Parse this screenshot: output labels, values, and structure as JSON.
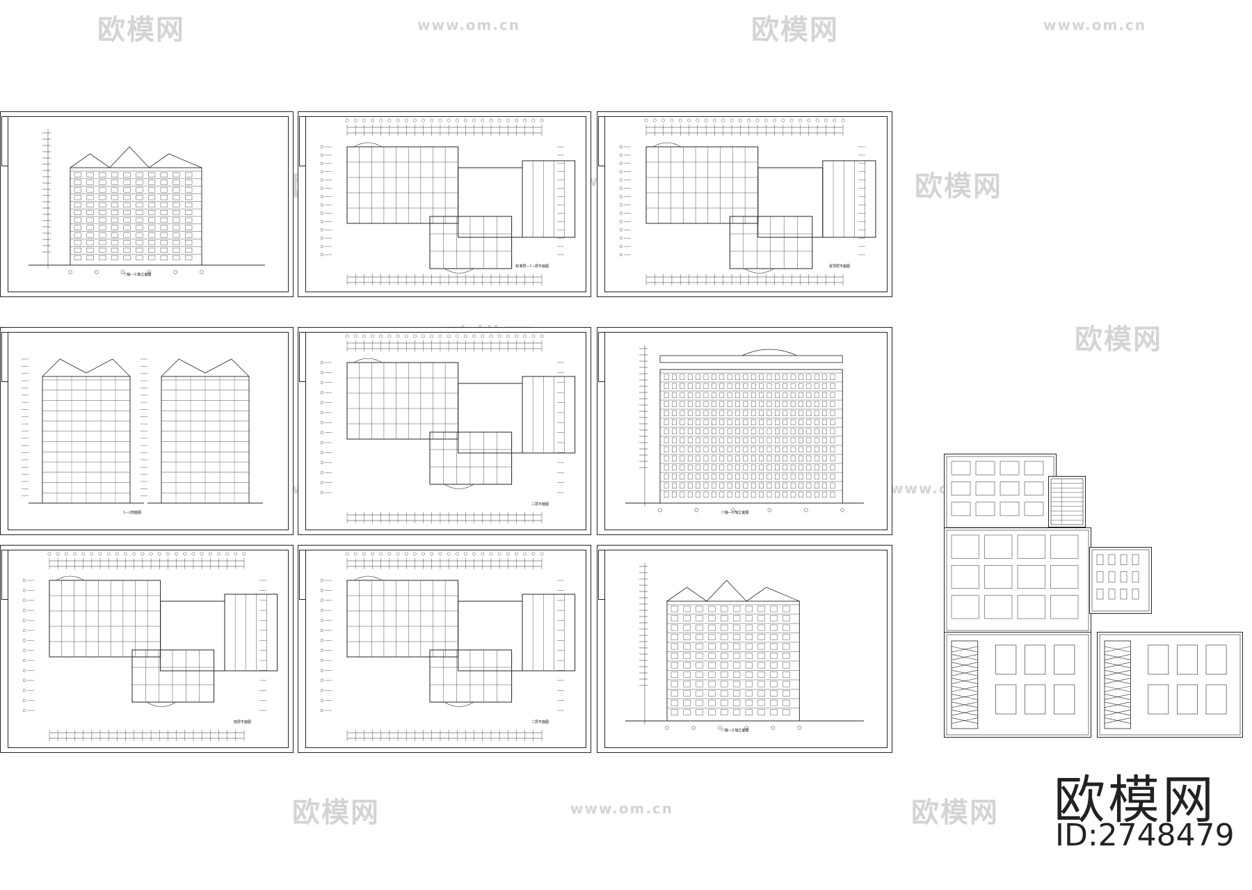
{
  "watermark": {
    "logo_text": "欧模网",
    "url_text": "www.om.cn",
    "color": "#d4d4d4"
  },
  "brand": {
    "name": "欧模网",
    "id_label": "ID:2748479"
  },
  "sheets": [
    {
      "type": "elevation",
      "caption": "①轴—⑥轴立面图"
    },
    {
      "type": "plan",
      "caption": "标准层—7—层平面图"
    },
    {
      "type": "plan",
      "caption": "屋顶层平面图"
    },
    {
      "type": "section",
      "caption": "1—1剖面图"
    },
    {
      "type": "plan",
      "caption": "二层平面图"
    },
    {
      "type": "elevation_front",
      "caption": "①轴—⑥轴立面图"
    },
    {
      "type": "plan",
      "caption": "底层平面图"
    },
    {
      "type": "plan",
      "caption": "二层平面图"
    },
    {
      "type": "elevation",
      "caption": "①轴—⑥轴立面图"
    }
  ],
  "detail_sheets": [
    {
      "type": "details"
    },
    {
      "type": "table"
    },
    {
      "type": "details"
    },
    {
      "type": "details"
    },
    {
      "type": "stair"
    },
    {
      "type": "stair"
    }
  ],
  "line_color": "#222222"
}
